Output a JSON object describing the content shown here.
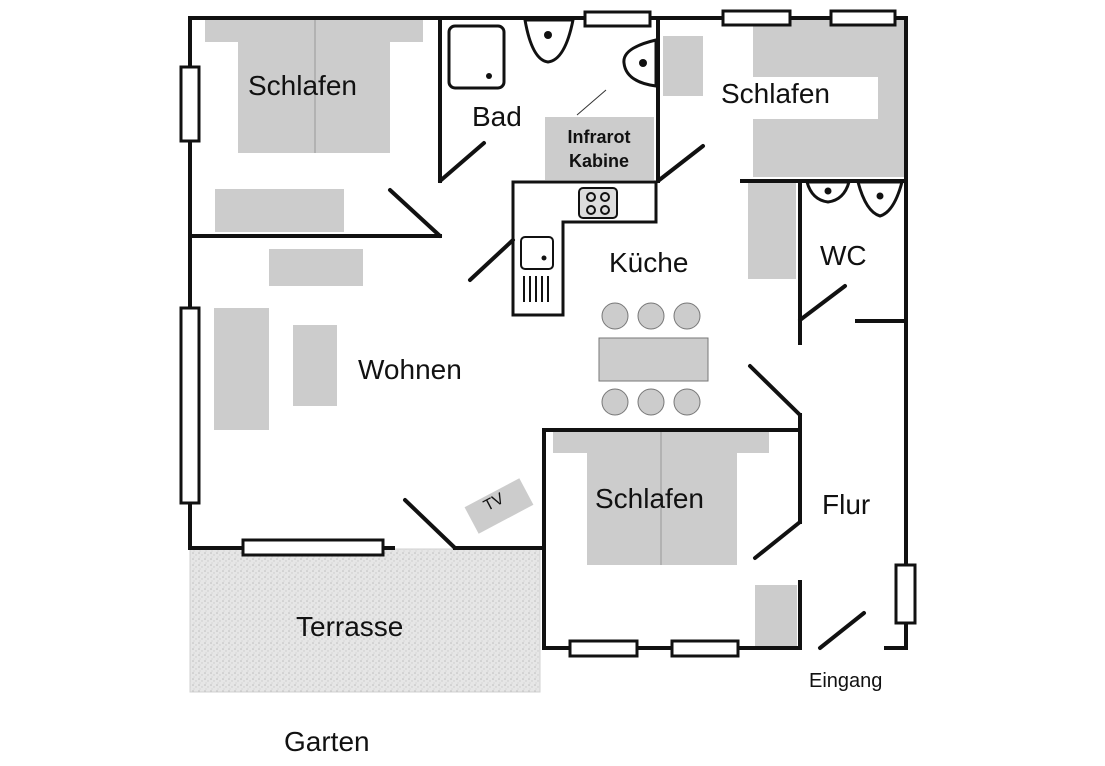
{
  "rooms": {
    "schlafen_top_left": "Schlafen",
    "bad": "Bad",
    "infrarot_line1": "Infrarot",
    "infrarot_line2": "Kabine",
    "schlafen_top_right": "Schlafen",
    "kueche": "Küche",
    "wc": "WC",
    "wohnen": "Wohnen",
    "schlafen_bottom": "Schlafen",
    "flur": "Flur",
    "terrasse": "Terrasse"
  },
  "furniture": {
    "tv": "TV"
  },
  "outside": {
    "eingang": "Eingang",
    "garten": "Garten"
  },
  "colors": {
    "wall": "#111111",
    "furniture": "#cccccc",
    "terrace": "#e4e4e4"
  }
}
